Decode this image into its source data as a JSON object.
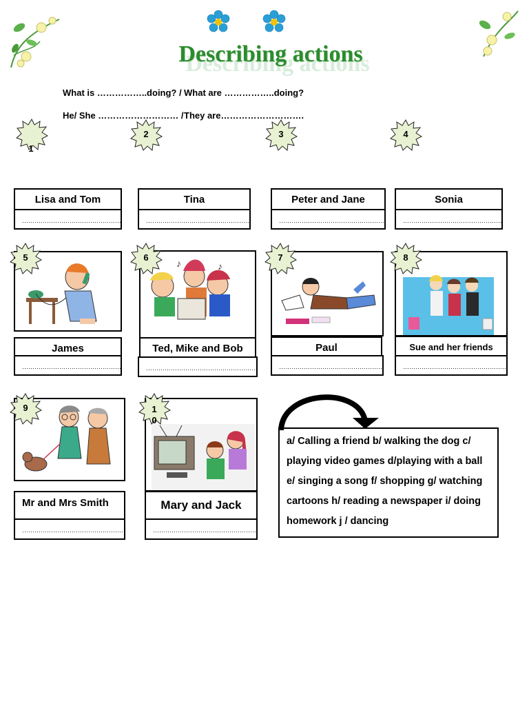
{
  "title": "Describing actions",
  "prompts": {
    "line1_left": "What is ……………..doing? /",
    "line1_right": "What are ……………..doing?",
    "line2_left": "He/ She ……………………… /",
    "line2_right": "They are………………………."
  },
  "blank": "………………………………………………",
  "items": [
    {
      "number": "1",
      "label": "Lisa and Tom"
    },
    {
      "number": "2",
      "label": "Tina"
    },
    {
      "number": "3",
      "label": "Peter and Jane"
    },
    {
      "number": "4",
      "label": "Sonia"
    },
    {
      "number": "5",
      "label": "James"
    },
    {
      "number": "6",
      "label": "Ted, Mike and Bob"
    },
    {
      "number": "7",
      "label": "Paul"
    },
    {
      "number": "8",
      "label": "Sue and her friends"
    },
    {
      "number": "9",
      "label": "Mr and Mrs Smith"
    },
    {
      "number": "10",
      "label": "Mary and Jack"
    }
  ],
  "answers": {
    "line1": "a/ Calling a friend  b/ walking the dog  c/",
    "line2": "playing video games  d/playing with a ball",
    "line3": "e/ singing a song  f/ shopping  g/ watching",
    "line4": "cartoons h/ reading a newspaper  i/ doing",
    "line5": "homework   j / dancing"
  },
  "colors": {
    "title": "#2c8b2e",
    "star_fill": "#e8f2d2",
    "flower": "#2a9fd6",
    "flower_center": "#f2c300"
  }
}
